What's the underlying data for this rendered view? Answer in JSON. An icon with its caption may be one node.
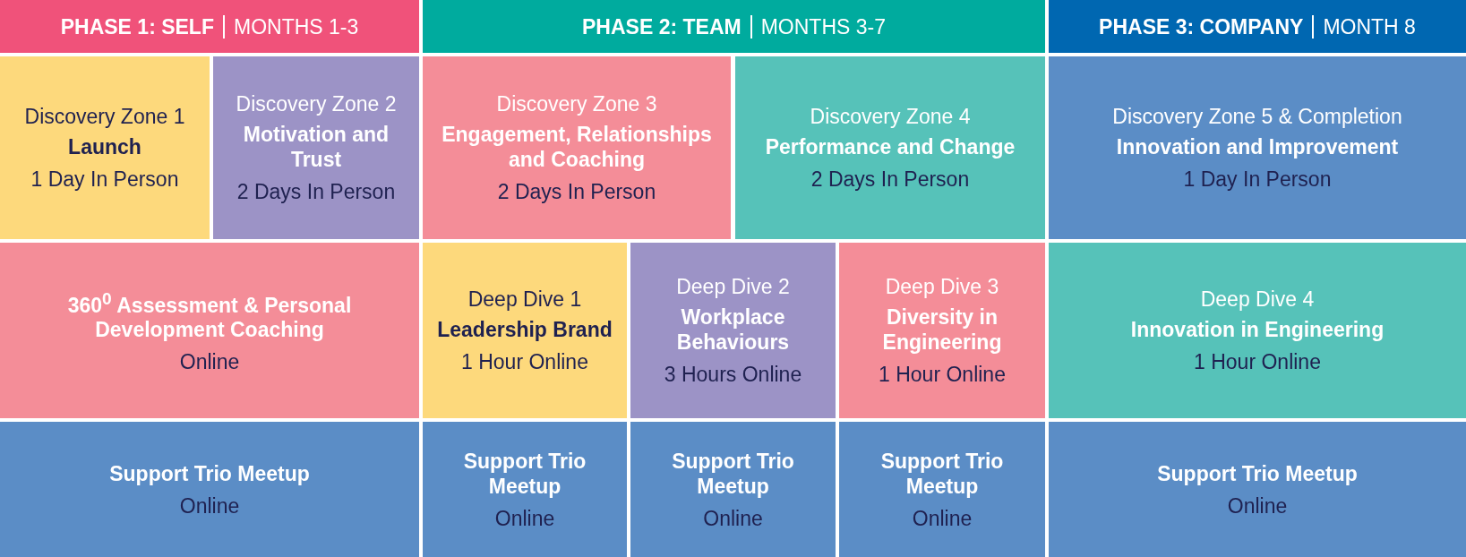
{
  "diagram": {
    "nodes": [
      {
        "text": [
          "PHASE 1: SELF",
          "MONTHS 1-3"
        ]
      },
      {
        "text": [
          "PHASE 2: TEAM",
          "MONTHS 3-7"
        ]
      },
      {
        "text": [
          "PHASE 3: COMPANY",
          "MONTH 8"
        ]
      },
      {
        "text": [
          "Discovery Zone 1",
          "Launch",
          "1 Day In Person"
        ]
      },
      {
        "text": [
          "Discovery Zone 2",
          "Motivation and Trust",
          "2 Days In Person"
        ]
      },
      {
        "text": [
          "Discovery Zone 3",
          "Engagement, Relationships and Coaching",
          "2 Days In Person"
        ]
      },
      {
        "text": [
          "Discovery Zone 4",
          "Performance and Change",
          "2 Days In Person"
        ]
      },
      {
        "text": [
          "Discovery Zone 5 & Completion",
          "Innovation and Improvement",
          "1 Day In Person"
        ]
      },
      {
        "text": [
          "360$^{0}$ Assessment & Personal Development Coaching",
          "Online"
        ]
      },
      {
        "text": [
          "Deep Dive 1",
          "Leadership Brand",
          "1 Hour Online"
        ]
      },
      {
        "text": [
          "Deep Dive 2",
          "Workplace Behaviours",
          "3 Hours Online"
        ]
      },
      {
        "text": [
          "Deep Dive 3",
          "Diversity in Engineering",
          "1 Hour Online"
        ]
      },
      {
        "text": [
          "Deep Dive 4",
          "Innovation in Engineering",
          "1 Hour Online"
        ]
      },
      {
        "text": [
          "Support Trio Meetup",
          "Online"
        ]
      },
      {
        "text": [
          "Support Trio Meetup",
          "Online"
        ]
      },
      {
        "text": [
          "Support Trio Meetup",
          "Online"
        ]
      },
      {
        "text": [
          "Support Trio Meetup",
          "Online"
        ]
      },
      {
        "text": [
          "Support Trio Meetup",
          "Online"
        ]
      }
    ]
  }
}
